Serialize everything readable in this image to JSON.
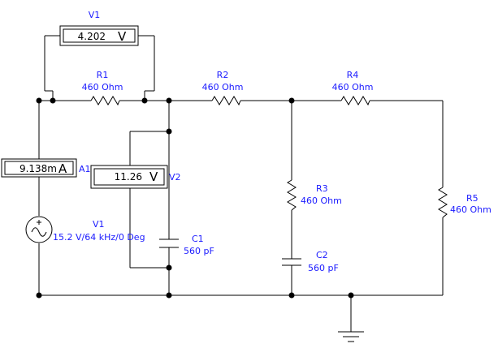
{
  "colors": {
    "wire": "#000000",
    "label": "#1a1aff",
    "background": "#ffffff"
  },
  "voltmeter_v1": {
    "ref": "V1",
    "value": "4.202",
    "unit": "V"
  },
  "voltmeter_v2": {
    "ref": "V2",
    "value": "11.26",
    "unit": "V"
  },
  "ammeter_a1": {
    "ref": "A1",
    "value": "9.138m",
    "unit": "A"
  },
  "source": {
    "ref": "V1",
    "spec": "15.2 V/64 kHz/0 Deg",
    "icon": "ac-source-icon"
  },
  "resistors": {
    "r1": {
      "ref": "R1",
      "value": "460 Ohm"
    },
    "r2": {
      "ref": "R2",
      "value": "460 Ohm"
    },
    "r3": {
      "ref": "R3",
      "value": "460 Ohm"
    },
    "r4": {
      "ref": "R4",
      "value": "460 Ohm"
    },
    "r5": {
      "ref": "R5",
      "value": "460 Ohm"
    }
  },
  "capacitors": {
    "c1": {
      "ref": "C1",
      "value": "560 pF"
    },
    "c2": {
      "ref": "C2",
      "value": "560 pF"
    }
  },
  "ground": {
    "icon": "ground-icon"
  }
}
